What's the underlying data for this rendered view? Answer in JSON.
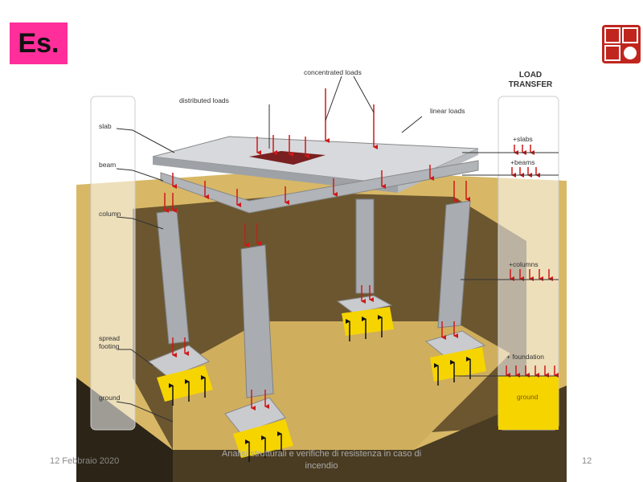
{
  "slide": {
    "badge": "Es.",
    "logo": "seal-logo"
  },
  "diagram": {
    "heading_line1": "LOAD",
    "heading_line2": "TRANSFER",
    "labels": {
      "concentrated": "concentrated loads",
      "distributed": "distributed loads",
      "linear": "linear loads",
      "slab": "slab",
      "beam": "beam",
      "column": "column",
      "spread_footing_1": "spread",
      "spread_footing_2": "footing",
      "ground": "ground"
    },
    "transfer": {
      "slabs": "+slabs",
      "beams": "+beams",
      "columns": "+columns",
      "foundation": "+ foundation",
      "ground": "ground"
    }
  },
  "footer": {
    "date": "12 Febbraio 2020",
    "title": "Analisi strutturali e verifiche di resistenza in caso di incendio",
    "page": "12"
  },
  "colors": {
    "badge": "#ff2e9a",
    "arrow": "#d01818",
    "sand": "#d8b866",
    "ground_yellow": "#f5d400"
  }
}
